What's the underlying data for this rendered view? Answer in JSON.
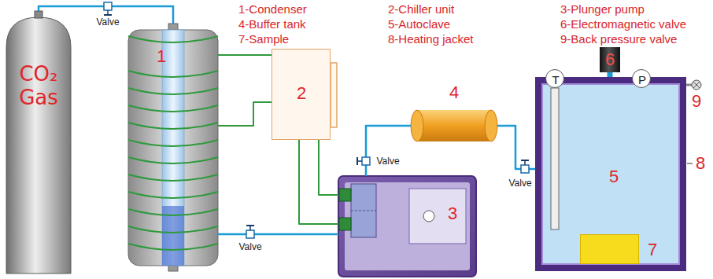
{
  "diagram": {
    "nodes": [
      {
        "text": [
          "CO₂ Gas"
        ]
      },
      {
        "text": [
          "1"
        ]
      },
      {
        "text": [
          "2"
        ]
      },
      {
        "text": [
          "3"
        ]
      },
      {
        "text": [
          "4"
        ]
      },
      {
        "text": [
          "6"
        ]
      },
      {
        "text": [
          "5"
        ]
      },
      {
        "text": [
          "T"
        ],
        "in": 6
      },
      {
        "text": [
          "P"
        ],
        "in": 6
      },
      {
        "text": [
          "7"
        ],
        "in": 6
      }
    ],
    "edges": [
      {
        "from": 0,
        "to": 1,
        "arrow": "none",
        "label": "Valve"
      },
      {
        "from": 1,
        "to": 3,
        "arrow": "none",
        "label": "Valve"
      },
      {
        "from": 3,
        "to": 4,
        "arrow": "none",
        "label": "Valve"
      },
      {
        "from": 4,
        "to": 6,
        "arrow": "none",
        "label": "Valve"
      },
      {
        "from": 5,
        "to": 6,
        "arrow": "none"
      },
      {
        "from": 1,
        "to": 2,
        "arrow": "none"
      },
      {
        "from": 1,
        "to": 2,
        "arrow": "none"
      },
      {
        "from": 2,
        "to": 3,
        "arrow": "none"
      },
      {
        "from": 2,
        "to": 3,
        "arrow": "none"
      }
    ],
    "labels": [
      "1-Condenser",
      "2-Chiller unit",
      "3-Plunger pump",
      "4-Buffer tank",
      "5-Autoclave",
      "6-Electromagnetic valve",
      "7-Sample",
      "8-Heating jacket",
      "9-Back pressure valve",
      "9",
      "8"
    ]
  }
}
